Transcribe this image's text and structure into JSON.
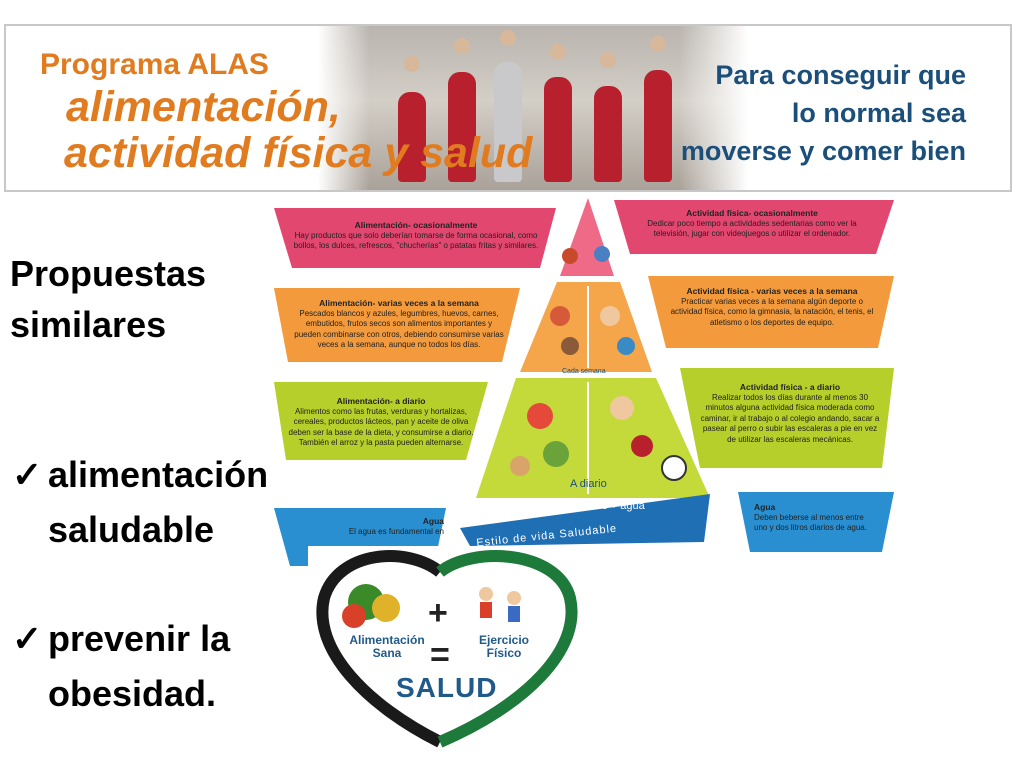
{
  "banner": {
    "program": "Programa ALAS",
    "title_line1": "alimentación,",
    "title_line2": "actividad física y salud",
    "slogan_line1": "Para conseguir que",
    "slogan_line2": "lo normal sea",
    "slogan_line3": "moverse y comer bien"
  },
  "left": {
    "heading": "Propuestas similares",
    "bullets": [
      {
        "check": "✓",
        "text": "alimentación saludable"
      },
      {
        "check": "✓",
        "text": " prevenir la obesidad."
      }
    ]
  },
  "pyramid": {
    "food_occasional": {
      "title": "Alimentación- ocasionalmente",
      "text": "Hay productos que solo deberían tomarse de forma ocasional, como bollos, los dulces, refrescos, \"chucherías\" o patatas fritas y similares."
    },
    "food_weekly": {
      "title": "Alimentación- varias veces a la semana",
      "text": "Pescados blancos y azules, legumbres, huevos, carnes, embutidos, frutos secos son alimentos importantes y pueden combinarse con otros, debiendo consumirse varias veces a la semana, aunque no todos los días."
    },
    "food_daily": {
      "title": "Alimentación- a diario",
      "text": "Alimentos como las frutas, verduras y hortalizas, cereales, productos lácteos, pan y aceite de oliva deben ser la base de la dieta, y consumirse a diario. También el arroz y la pasta pueden alternarse."
    },
    "water_left": {
      "title": "Agua",
      "text": "El agua es fundamental en"
    },
    "activity_occasional": {
      "title": "Actividad física- ocasionalmente",
      "text": "Dedicar poco tiempo a actividades sedentarias como ver la televisión, jugar con videojuegos o utilizar el ordenador."
    },
    "activity_weekly": {
      "title": "Actividad física - varias veces a la semana",
      "text": "Practicar varias veces a la semana algún deporte o actividad física, como la gimnasia, la natación, el tenis, el atletismo o los deportes de equipo."
    },
    "activity_daily": {
      "title": "Actividad física - a diario",
      "text": "Realizar todos los días durante al menos 30 minutos alguna actividad física moderada como caminar, ir al trabajo o al colegio andando, sacar a pasear al perro o subir las escaleras a pie en vez de utilizar las escaleras mecánicas."
    },
    "water_right": {
      "title": "Agua",
      "text": "Deben beberse al menos entre uno y dos litros diarios de agua."
    },
    "label_week": "Cada semana",
    "label_daily": "A diario",
    "label_water": "Bebe + agua",
    "label_life": "Estilo de vida Saludable"
  },
  "logo": {
    "food": "Alimentación Sana",
    "exercise": "Ejercicio Físico",
    "plus": "+",
    "equals": "=",
    "result": "SALUD"
  },
  "colors": {
    "orange": "#e07b1f",
    "navy": "#1b4f7a",
    "pink": "#e2476f",
    "orange_box": "#f39a3c",
    "green_box": "#b7cf2a",
    "blue_box": "#2a8fd0",
    "heart_green": "#1e7a3a"
  }
}
